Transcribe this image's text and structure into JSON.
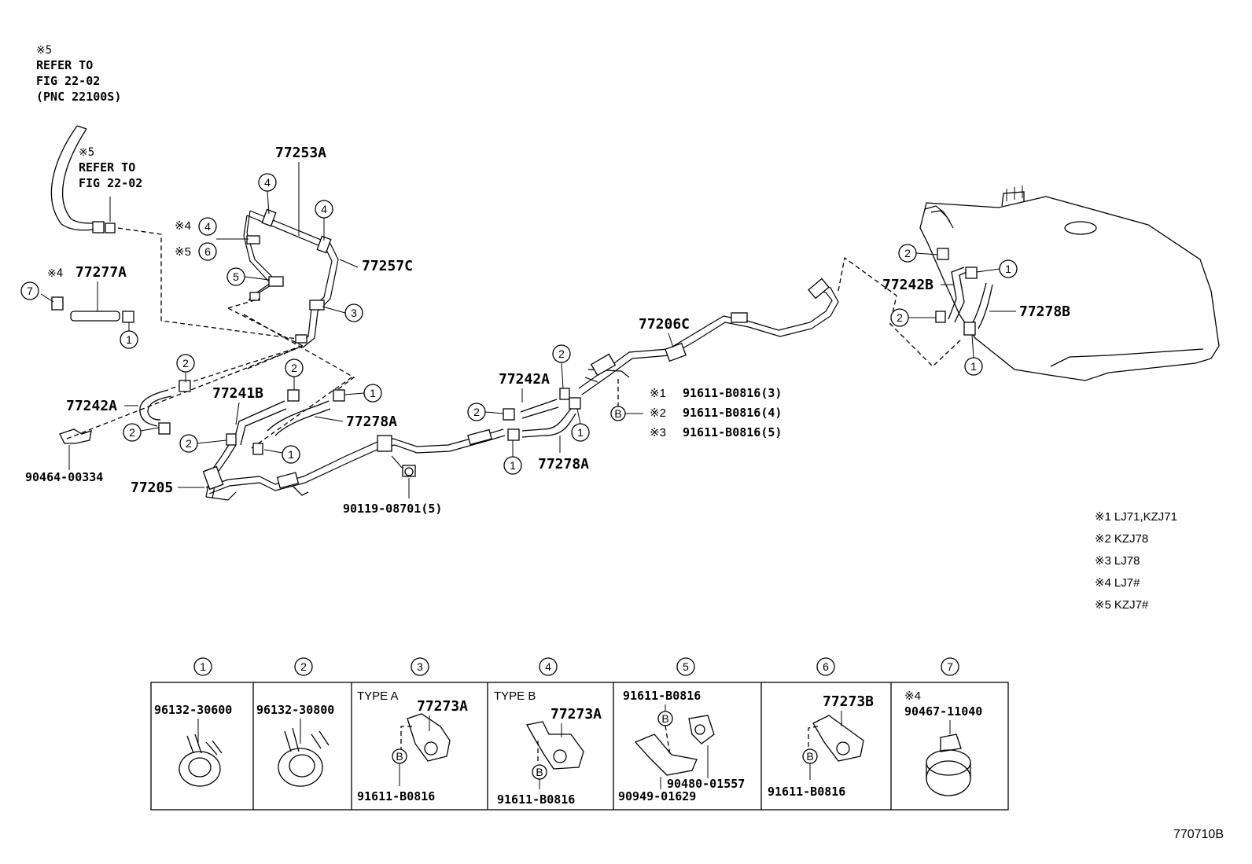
{
  "refs": {
    "top": {
      "mark": "※5",
      "line1": "REFER TO",
      "line2": "FIG 22-02",
      "line3": "(PNC 22100S)"
    },
    "mid": {
      "mark": "※5",
      "line1": "REFER TO",
      "line2": "FIG 22-02"
    }
  },
  "part_labels": {
    "p77253A": "77253A",
    "p77257C": "77257C",
    "p77277A": "77277A",
    "p77277A_mark": "※4",
    "mark4": "※4",
    "mark5": "※5",
    "p77242A_left": "77242A",
    "p77241B": "77241B",
    "p77278A_top": "77278A",
    "p90464": "90464-00334",
    "p77205": "77205",
    "p90119": "90119-08701(5)",
    "p77242A_mid": "77242A",
    "p77278A_mid": "77278A",
    "p77206C": "77206C",
    "p77242B": "77242B",
    "p77278B": "77278B"
  },
  "callouts": [
    "1",
    "2",
    "3",
    "4",
    "5",
    "6",
    "7"
  ],
  "bolt_callout": "B",
  "bolt_table": [
    {
      "mark": "※1",
      "part": "91611-B0816(3)"
    },
    {
      "mark": "※2",
      "part": "91611-B0816(4)"
    },
    {
      "mark": "※3",
      "part": "91611-B0816(5)"
    }
  ],
  "legend": [
    {
      "mark": "※1",
      "text": "LJ71,KZJ71"
    },
    {
      "mark": "※2",
      "text": "KZJ78"
    },
    {
      "mark": "※3",
      "text": "LJ78"
    },
    {
      "mark": "※4",
      "text": "LJ7#"
    },
    {
      "mark": "※5",
      "text": "KZJ7#"
    }
  ],
  "boxes": [
    {
      "num": "1",
      "type": "",
      "parts": [
        "96132-30600"
      ]
    },
    {
      "num": "2",
      "type": "",
      "parts": [
        "96132-30800"
      ]
    },
    {
      "num": "3",
      "type": "TYPE A",
      "parts": [
        "77273A",
        "91611-B0816"
      ]
    },
    {
      "num": "4",
      "type": "TYPE B",
      "parts": [
        "77273A",
        "91611-B0816"
      ]
    },
    {
      "num": "5",
      "type": "",
      "parts": [
        "91611-B0816",
        "90480-01557",
        "90949-01629"
      ]
    },
    {
      "num": "6",
      "type": "",
      "parts": [
        "77273B",
        "91611-B0816"
      ]
    },
    {
      "num": "7",
      "type": "※4",
      "parts": [
        "90467-11040"
      ]
    }
  ],
  "figure_code": "770710B"
}
